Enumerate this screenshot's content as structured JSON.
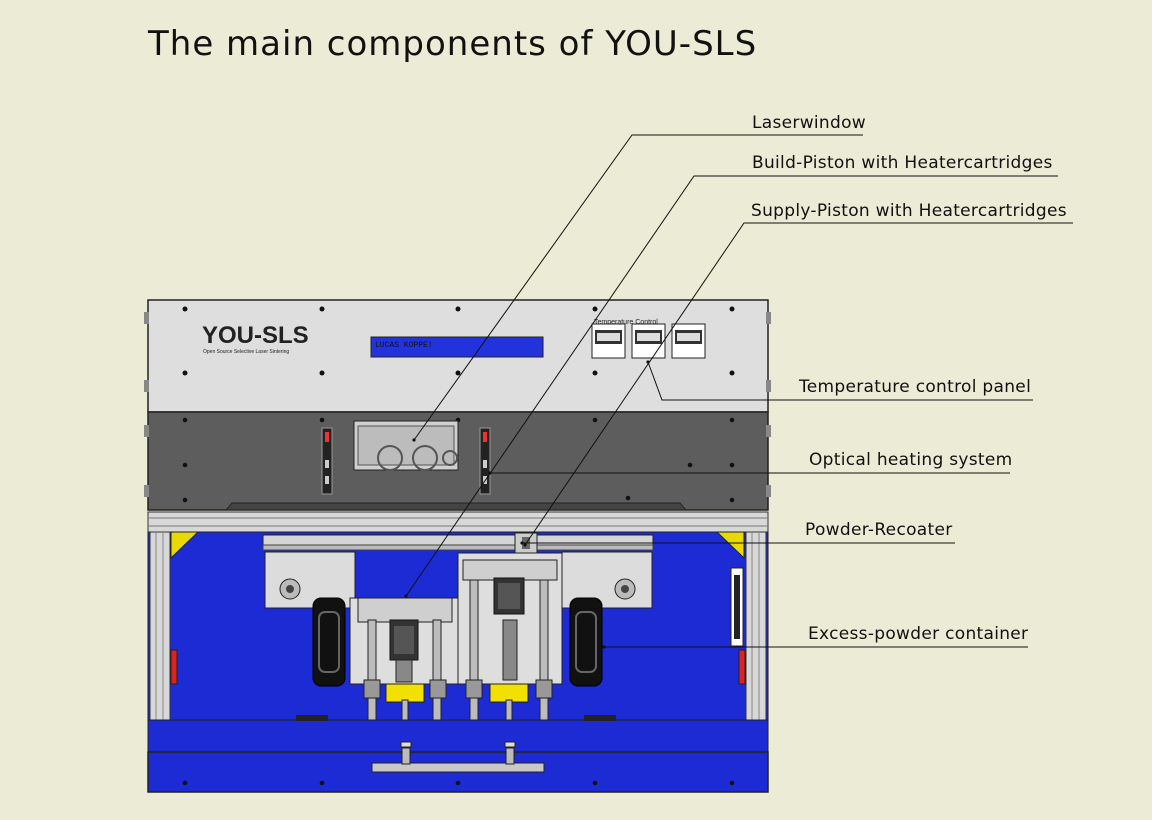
{
  "title": "The main components of YOU-SLS",
  "labels": {
    "laserwindow": "Laserwindow",
    "build_piston": "Build-Piston with Heatercartridges",
    "supply_piston": "Supply-Piston with Heatercartridges",
    "temp_panel": "Temperature control panel",
    "optical": "Optical heating system",
    "recoater": "Powder-Recoater",
    "excess": "Excess-powder container"
  },
  "machine": {
    "logo": "YOU-SLS",
    "logo_sub": "Open Source Selective Laser Sintering",
    "display_text": "LUCAS KOPPE!",
    "panel_header": "Temperature Control"
  },
  "colors": {
    "background": "#ecebd6",
    "frame_blue": "#1c2bd4",
    "panel_gray": "#5d5d5d",
    "top_panel": "#dcdcdc",
    "heater_yellow": "#f2e100"
  }
}
